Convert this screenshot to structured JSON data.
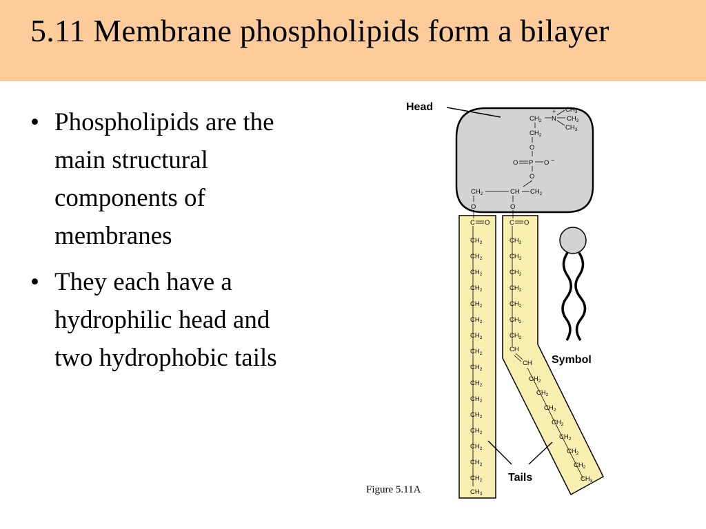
{
  "slide": {
    "title": "5.11  Membrane phospholipids form a bilayer",
    "bullets": [
      "Phospholipids are the main structural components of membranes",
      "They each have a hydrophilic head and two hydrophobic tails"
    ],
    "bullet_glyph": "•"
  },
  "figure": {
    "caption": "Figure 5.11A",
    "labels": {
      "head": "Head",
      "symbol": "Symbol",
      "tails": "Tails"
    },
    "chem": {
      "ch3": "CH",
      "ch2": "CH",
      "ch": "CH",
      "n": "N",
      "p": "P",
      "o": "O",
      "c": "C",
      "sub2": "2",
      "sub3": "3",
      "plus": "+",
      "minus": "−"
    },
    "colors": {
      "title_bg": "#fdcc9a",
      "head_fill": "#d3d3d3",
      "tail_fill": "#f8eeb0",
      "symbol_head": "#d3d3d3"
    }
  }
}
